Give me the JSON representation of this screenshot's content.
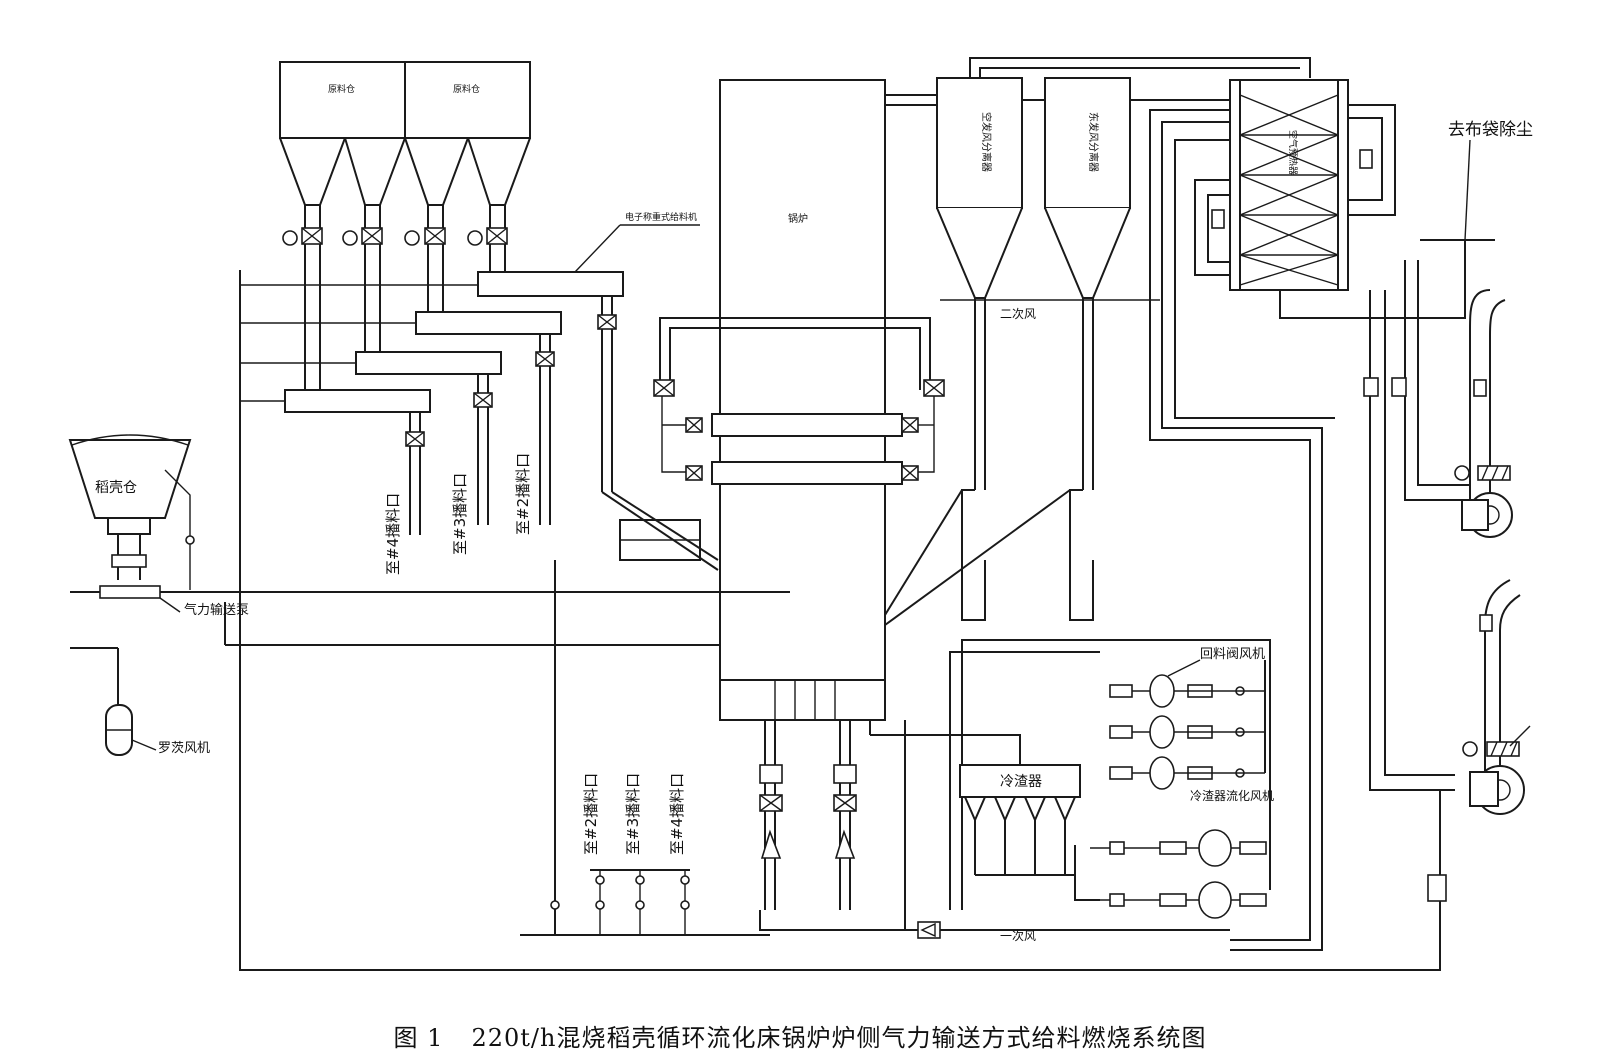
{
  "caption": {
    "figure_number": "图 1",
    "title": "220t/h混烧稻壳循环流化床锅炉炉侧气力输送方式给料燃烧系统图"
  },
  "labels": {
    "hopper_left": "原料仓",
    "hopper_right": "原料仓",
    "feeder_header": "电子称重式给料机",
    "furnace": "锅炉",
    "separator_1": "空发风分离器",
    "separator_2": "东发风分离器",
    "heat_exchanger": "空气预热器",
    "bag_filter": "去布袋除尘",
    "secondary_air": "二次风",
    "primary_air": "一次风",
    "rice_husk_silo": "稻壳仓",
    "conveyor_pump": "气力输送泵",
    "blower": "罗茨风机",
    "to_inlet_4_a": "至#4播料口",
    "to_inlet_3_a": "至#3播料口",
    "to_inlet_2_a": "至#2播料口",
    "to_inlet_2_b": "至#2播料口",
    "to_inlet_3_b": "至#3播料口",
    "to_inlet_4_b": "至#4播料口",
    "return_fan": "回料阀风机",
    "slag_cooler": "冷渣器",
    "slag_fluid_fan": "冷渣器流化风机"
  },
  "colors": {
    "line": "#1a1a1a",
    "background": "#ffffff"
  }
}
